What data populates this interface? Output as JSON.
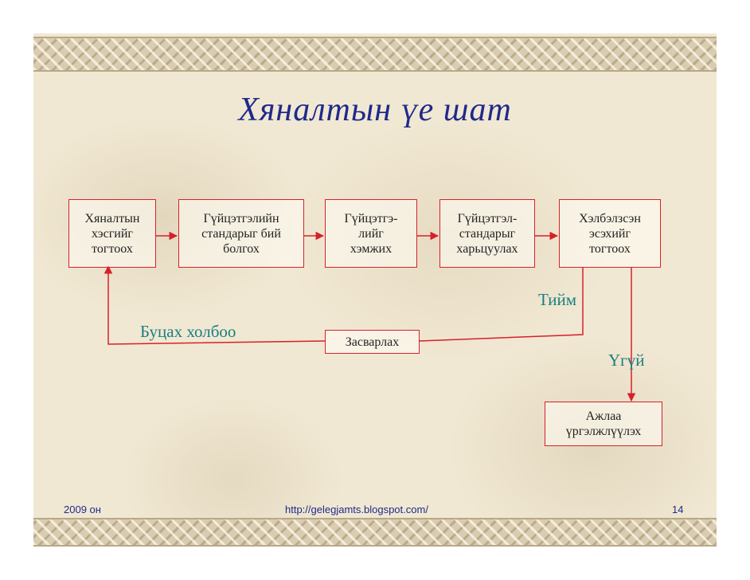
{
  "slide": {
    "title": "Хяналтын үе шат",
    "nodes": {
      "n1": "Хяналтын\nхэсгийг\nтогтоох",
      "n2": "Гүйцэтгэлийн\nстандарыг бий\nболгох",
      "n3": "Гүйцэтгэ-\nлийг\nхэмжих",
      "n4": "Гүйцэтгэл-\nстандарыг\nхарьцуулах",
      "n5": "Хэлбэлзсэн\nэсэхийг\nтогтоох",
      "fix": "Засварлах",
      "cont": "Ажлаа\nүргэлжлүүлэх"
    },
    "labels": {
      "yes": "Тийм",
      "no": "Үгүй",
      "feedback": "Буцах холбоо"
    },
    "footer": {
      "date": "2009 он",
      "url": "http://gelegjamts.blogspot.com/",
      "page": "14"
    },
    "colors": {
      "title": "#1f2a8a",
      "edge": "#d8202a",
      "label": "#1a7f7f"
    }
  }
}
